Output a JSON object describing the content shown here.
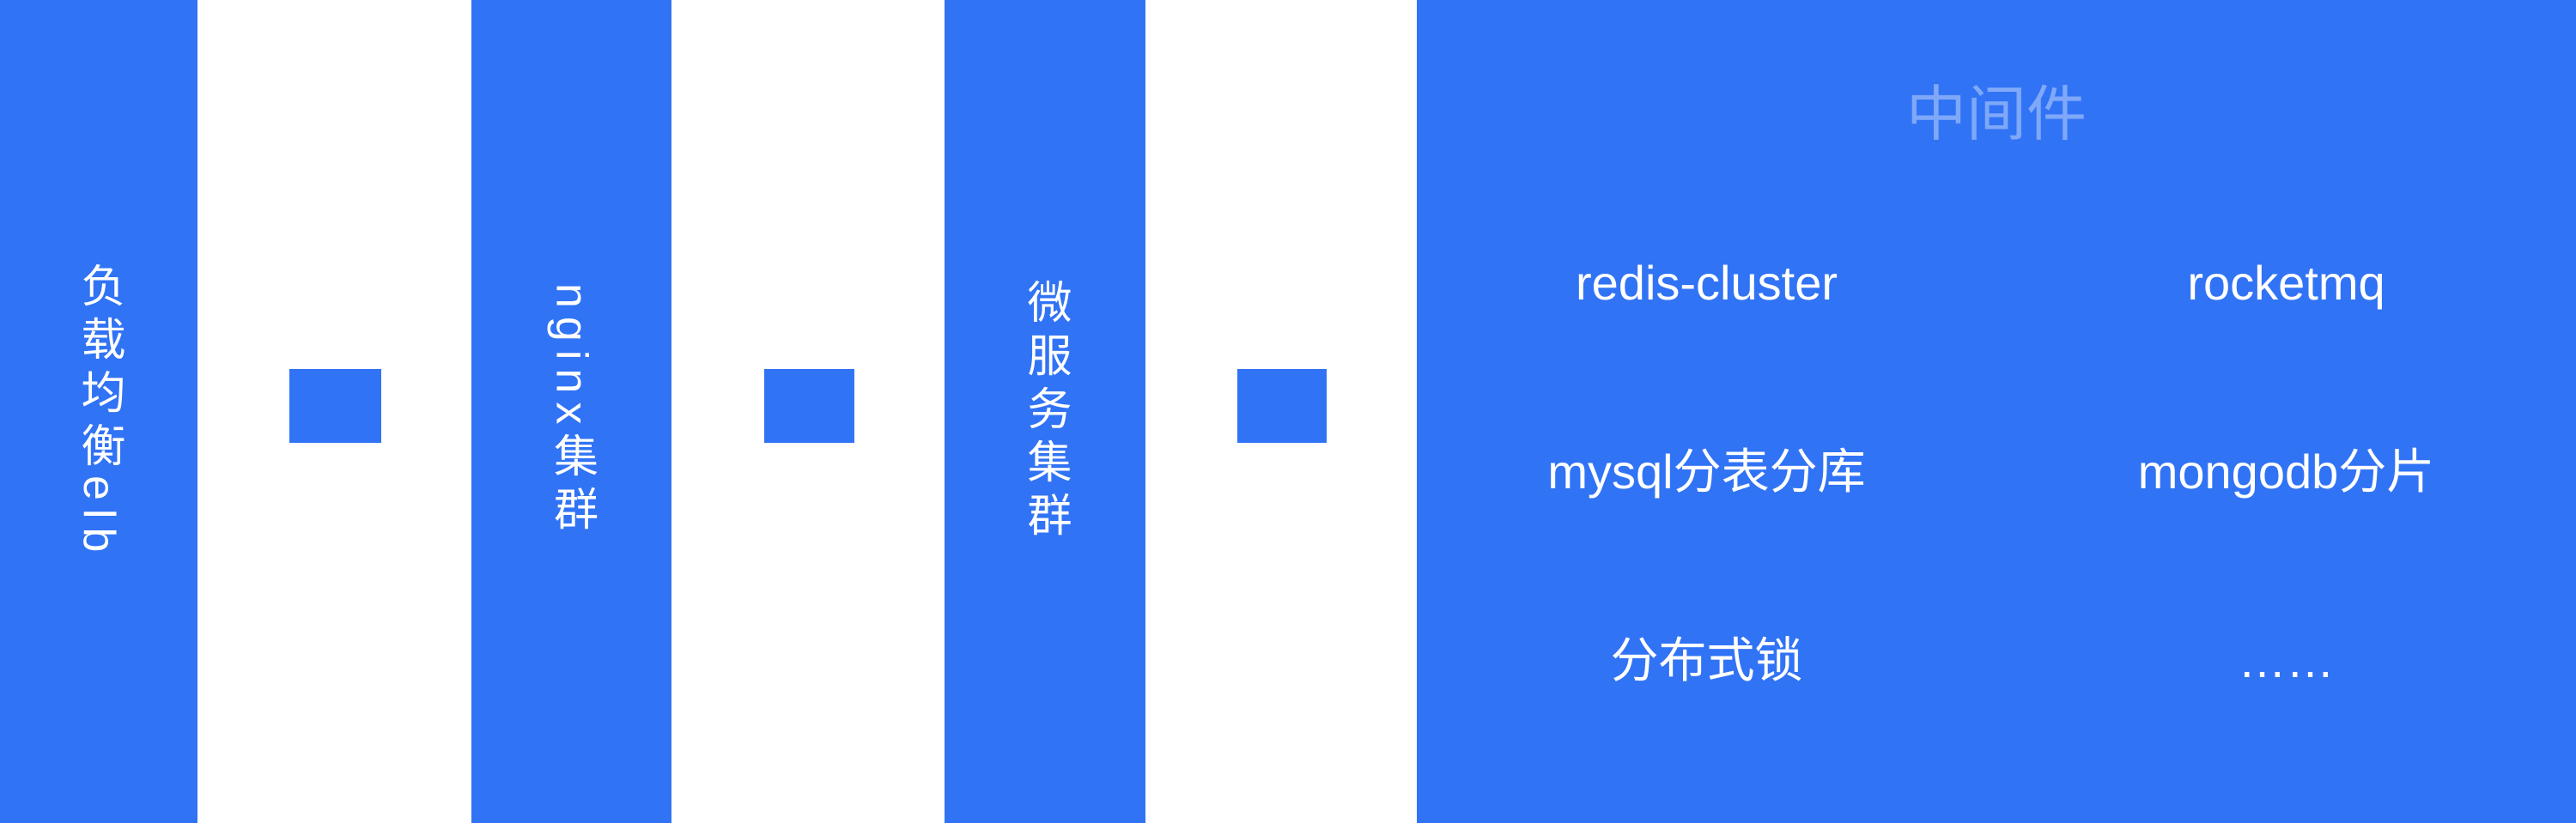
{
  "colors": {
    "primary": "#3173f5",
    "text": "#ffffff",
    "panel_title": "rgba(255,255,255,0.38)"
  },
  "pillars": [
    {
      "label": "负载均衡elb"
    },
    {
      "label": "nginx集群"
    },
    {
      "label": "微服务集群"
    }
  ],
  "middleware": {
    "title": "中间件",
    "rows": [
      {
        "left": "redis-cluster",
        "right": "rocketmq"
      },
      {
        "left": "mysql分表分库",
        "right": "mongodb分片"
      },
      {
        "left": "分布式锁",
        "right": "……"
      }
    ]
  }
}
